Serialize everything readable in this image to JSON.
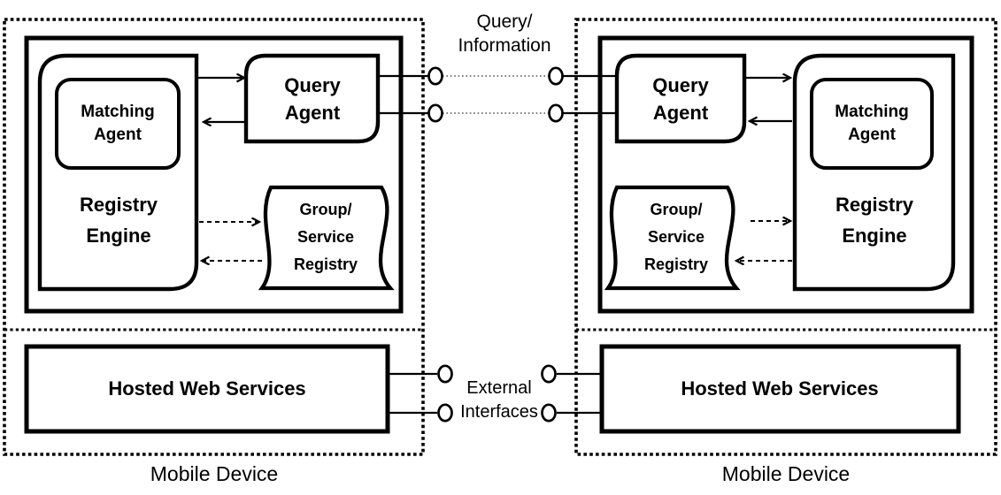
{
  "diagram": {
    "background": "#ffffff",
    "stroke_color": "#000000",
    "connector_labels": {
      "query_information": "Query/\nInformation",
      "external_interfaces": "External\nInterfaces"
    },
    "left_device": {
      "caption": "Mobile Device",
      "query_agent": "Query\nAgent",
      "matching_agent": "Matching\nAgent",
      "registry_engine": "Registry\nEngine",
      "group_service_registry": "Group/\nService\nRegistry",
      "hosted_web_services": "Hosted Web Services"
    },
    "right_device": {
      "caption": "Mobile Device",
      "query_agent": "Query\nAgent",
      "matching_agent": "Matching\nAgent",
      "registry_engine": "Registry\nEngine",
      "group_service_registry": "Group/\nService\nRegistry",
      "hosted_web_services": "Hosted Web Services"
    }
  }
}
